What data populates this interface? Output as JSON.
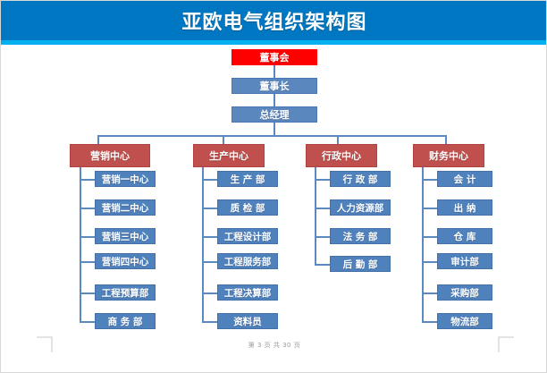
{
  "header": {
    "title": "亚欧电气组织架构图",
    "banner_color": "#0077c2",
    "accent_color": "#00b0f0"
  },
  "chart_data": {
    "type": "diagram",
    "title": "亚欧电气组织架构图",
    "colors": {
      "root": "#ff0000",
      "executive": "#5b87bf",
      "center": "#c0504d",
      "department": "#4f81bd",
      "connector": "#5b89c0"
    },
    "root": {
      "label": "董事会"
    },
    "executives": [
      {
        "label": "董事长"
      },
      {
        "label": "总经理"
      }
    ],
    "centers": [
      {
        "label": "营销中心",
        "departments": [
          {
            "label": "营销一中心"
          },
          {
            "label": "营销二中心"
          },
          {
            "label": "营销三中心"
          },
          {
            "label": "营销四中心"
          },
          {
            "label": "工程预算部"
          },
          {
            "label": "商 务 部"
          }
        ]
      },
      {
        "label": "生产中心",
        "departments": [
          {
            "label": "生 产 部"
          },
          {
            "label": "质 检 部"
          },
          {
            "label": "工程设计部"
          },
          {
            "label": "工程服务部"
          },
          {
            "label": "工程决算部"
          },
          {
            "label": "资料员"
          }
        ]
      },
      {
        "label": "行政中心",
        "departments": [
          {
            "label": "行 政 部"
          },
          {
            "label": "人力资源部"
          },
          {
            "label": "法 务 部"
          },
          {
            "label": "后 勤 部"
          }
        ]
      },
      {
        "label": "财务中心",
        "departments": [
          {
            "label": "会 计"
          },
          {
            "label": "出 纳"
          },
          {
            "label": "仓 库"
          },
          {
            "label": "审计部"
          },
          {
            "label": "采购部"
          },
          {
            "label": "物流部"
          }
        ]
      }
    ]
  },
  "footer": {
    "page_text": "第 3 页 共 30 页"
  }
}
